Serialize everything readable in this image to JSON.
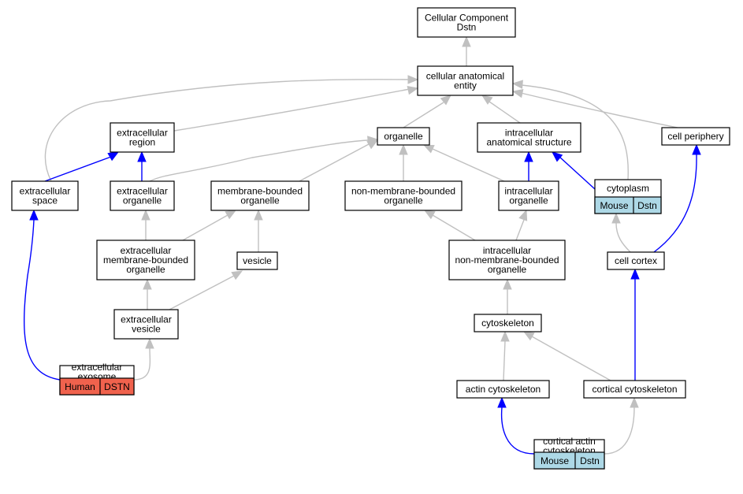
{
  "colors": {
    "gray_edge": "#c0c0c0",
    "blue_edge": "#0000ff",
    "human_tag": "#f0624d",
    "mouse_tag": "#add8e6"
  },
  "nodes": {
    "cellular_component": {
      "lines": [
        "Cellular Component",
        "Dstn"
      ]
    },
    "cellular_anatomical_entity": {
      "lines": [
        "cellular anatomical",
        "entity"
      ]
    },
    "extracellular_region": {
      "lines": [
        "extracellular",
        "region"
      ]
    },
    "organelle": {
      "lines": [
        "organelle"
      ]
    },
    "intracellular_anatomical_structure": {
      "lines": [
        "intracellular",
        "anatomical structure"
      ]
    },
    "cell_periphery": {
      "lines": [
        "cell periphery"
      ]
    },
    "extracellular_space": {
      "lines": [
        "extracellular",
        "space"
      ]
    },
    "extracellular_organelle": {
      "lines": [
        "extracellular",
        "organelle"
      ]
    },
    "membrane_bounded_organelle": {
      "lines": [
        "membrane-bounded",
        "organelle"
      ]
    },
    "non_membrane_bounded_organelle": {
      "lines": [
        "non-membrane-bounded",
        "organelle"
      ]
    },
    "intracellular_organelle": {
      "lines": [
        "intracellular",
        "organelle"
      ]
    },
    "cytoplasm": {
      "lines": [
        "cytoplasm"
      ],
      "tags": [
        "Mouse",
        "Dstn"
      ]
    },
    "extracellular_membrane_bounded_organelle": {
      "lines": [
        "extracellular",
        "membrane-bounded",
        "organelle"
      ]
    },
    "vesicle": {
      "lines": [
        "vesicle"
      ]
    },
    "intracellular_non_membrane_bounded_organelle": {
      "lines": [
        "intracellular",
        "non-membrane-bounded",
        "organelle"
      ]
    },
    "cell_cortex": {
      "lines": [
        "cell cortex"
      ]
    },
    "extracellular_vesicle": {
      "lines": [
        "extracellular",
        "vesicle"
      ]
    },
    "cytoskeleton": {
      "lines": [
        "cytoskeleton"
      ]
    },
    "extracellular_exosome": {
      "lines": [
        "extracellular",
        "exosome"
      ],
      "tags": [
        "Human",
        "DSTN"
      ]
    },
    "actin_cytoskeleton": {
      "lines": [
        "actin cytoskeleton"
      ]
    },
    "cortical_cytoskeleton": {
      "lines": [
        "cortical cytoskeleton"
      ]
    },
    "cortical_actin_cytoskeleton": {
      "lines": [
        "cortical actin",
        "cytoskeleton"
      ],
      "tags": [
        "Mouse",
        "Dstn"
      ]
    }
  },
  "edges": [
    {
      "from": "cellular_anatomical_entity",
      "to": "cellular_component",
      "color": "gray"
    },
    {
      "from": "extracellular_region",
      "to": "cellular_anatomical_entity",
      "color": "gray"
    },
    {
      "from": "organelle",
      "to": "cellular_anatomical_entity",
      "color": "gray"
    },
    {
      "from": "intracellular_anatomical_structure",
      "to": "cellular_anatomical_entity",
      "color": "gray"
    },
    {
      "from": "cell_periphery",
      "to": "cellular_anatomical_entity",
      "color": "gray"
    },
    {
      "from": "extracellular_space",
      "to": "cellular_anatomical_entity",
      "color": "gray"
    },
    {
      "from": "cytoplasm",
      "to": "cellular_anatomical_entity",
      "color": "gray"
    },
    {
      "from": "extracellular_space",
      "to": "extracellular_region",
      "color": "blue"
    },
    {
      "from": "extracellular_organelle",
      "to": "extracellular_region",
      "color": "blue"
    },
    {
      "from": "extracellular_organelle",
      "to": "organelle",
      "color": "gray"
    },
    {
      "from": "membrane_bounded_organelle",
      "to": "organelle",
      "color": "gray"
    },
    {
      "from": "non_membrane_bounded_organelle",
      "to": "organelle",
      "color": "gray"
    },
    {
      "from": "intracellular_organelle",
      "to": "organelle",
      "color": "gray"
    },
    {
      "from": "intracellular_organelle",
      "to": "intracellular_anatomical_structure",
      "color": "blue"
    },
    {
      "from": "cytoplasm",
      "to": "intracellular_anatomical_structure",
      "color": "blue"
    },
    {
      "from": "extracellular_membrane_bounded_organelle",
      "to": "extracellular_organelle",
      "color": "gray"
    },
    {
      "from": "extracellular_membrane_bounded_organelle",
      "to": "membrane_bounded_organelle",
      "color": "gray"
    },
    {
      "from": "vesicle",
      "to": "membrane_bounded_organelle",
      "color": "gray"
    },
    {
      "from": "intracellular_non_membrane_bounded_organelle",
      "to": "non_membrane_bounded_organelle",
      "color": "gray"
    },
    {
      "from": "intracellular_non_membrane_bounded_organelle",
      "to": "intracellular_organelle",
      "color": "gray"
    },
    {
      "from": "cell_cortex",
      "to": "cytoplasm",
      "color": "gray"
    },
    {
      "from": "cell_cortex",
      "to": "cell_periphery",
      "color": "blue"
    },
    {
      "from": "extracellular_vesicle",
      "to": "extracellular_membrane_bounded_organelle",
      "color": "gray"
    },
    {
      "from": "extracellular_vesicle",
      "to": "vesicle",
      "color": "gray"
    },
    {
      "from": "cytoskeleton",
      "to": "intracellular_non_membrane_bounded_organelle",
      "color": "gray"
    },
    {
      "from": "extracellular_exosome",
      "to": "extracellular_space",
      "color": "blue"
    },
    {
      "from": "extracellular_exosome",
      "to": "extracellular_vesicle",
      "color": "gray"
    },
    {
      "from": "actin_cytoskeleton",
      "to": "cytoskeleton",
      "color": "gray"
    },
    {
      "from": "cortical_cytoskeleton",
      "to": "cytoskeleton",
      "color": "gray"
    },
    {
      "from": "cortical_cytoskeleton",
      "to": "cell_cortex",
      "color": "blue"
    },
    {
      "from": "cortical_actin_cytoskeleton",
      "to": "actin_cytoskeleton",
      "color": "blue"
    },
    {
      "from": "cortical_actin_cytoskeleton",
      "to": "cortical_cytoskeleton",
      "color": "gray"
    }
  ]
}
